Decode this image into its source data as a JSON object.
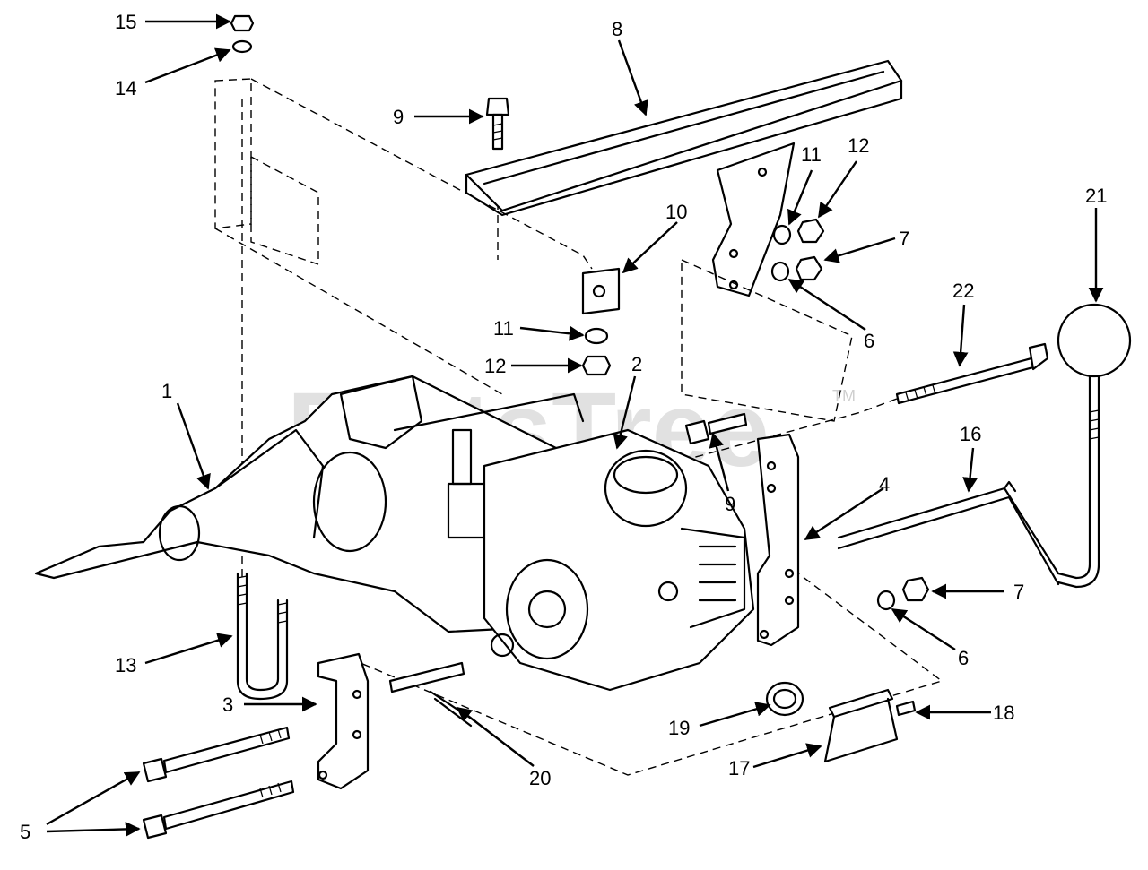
{
  "watermark": {
    "text": "PartsTree",
    "tm": "TM"
  },
  "callouts": {
    "n1": "1",
    "n2": "2",
    "n3": "3",
    "n4": "4",
    "n5": "5",
    "n6a": "6",
    "n6b": "6",
    "n7a": "7",
    "n7b": "7",
    "n8": "8",
    "n9a": "9",
    "n9b": "9",
    "n10": "10",
    "n11a": "11",
    "n11b": "11",
    "n12a": "12",
    "n12b": "12",
    "n13": "13",
    "n14": "14",
    "n15": "15",
    "n16": "16",
    "n17": "17",
    "n18": "18",
    "n19": "19",
    "n20": "20",
    "n21": "21",
    "n22": "22"
  }
}
